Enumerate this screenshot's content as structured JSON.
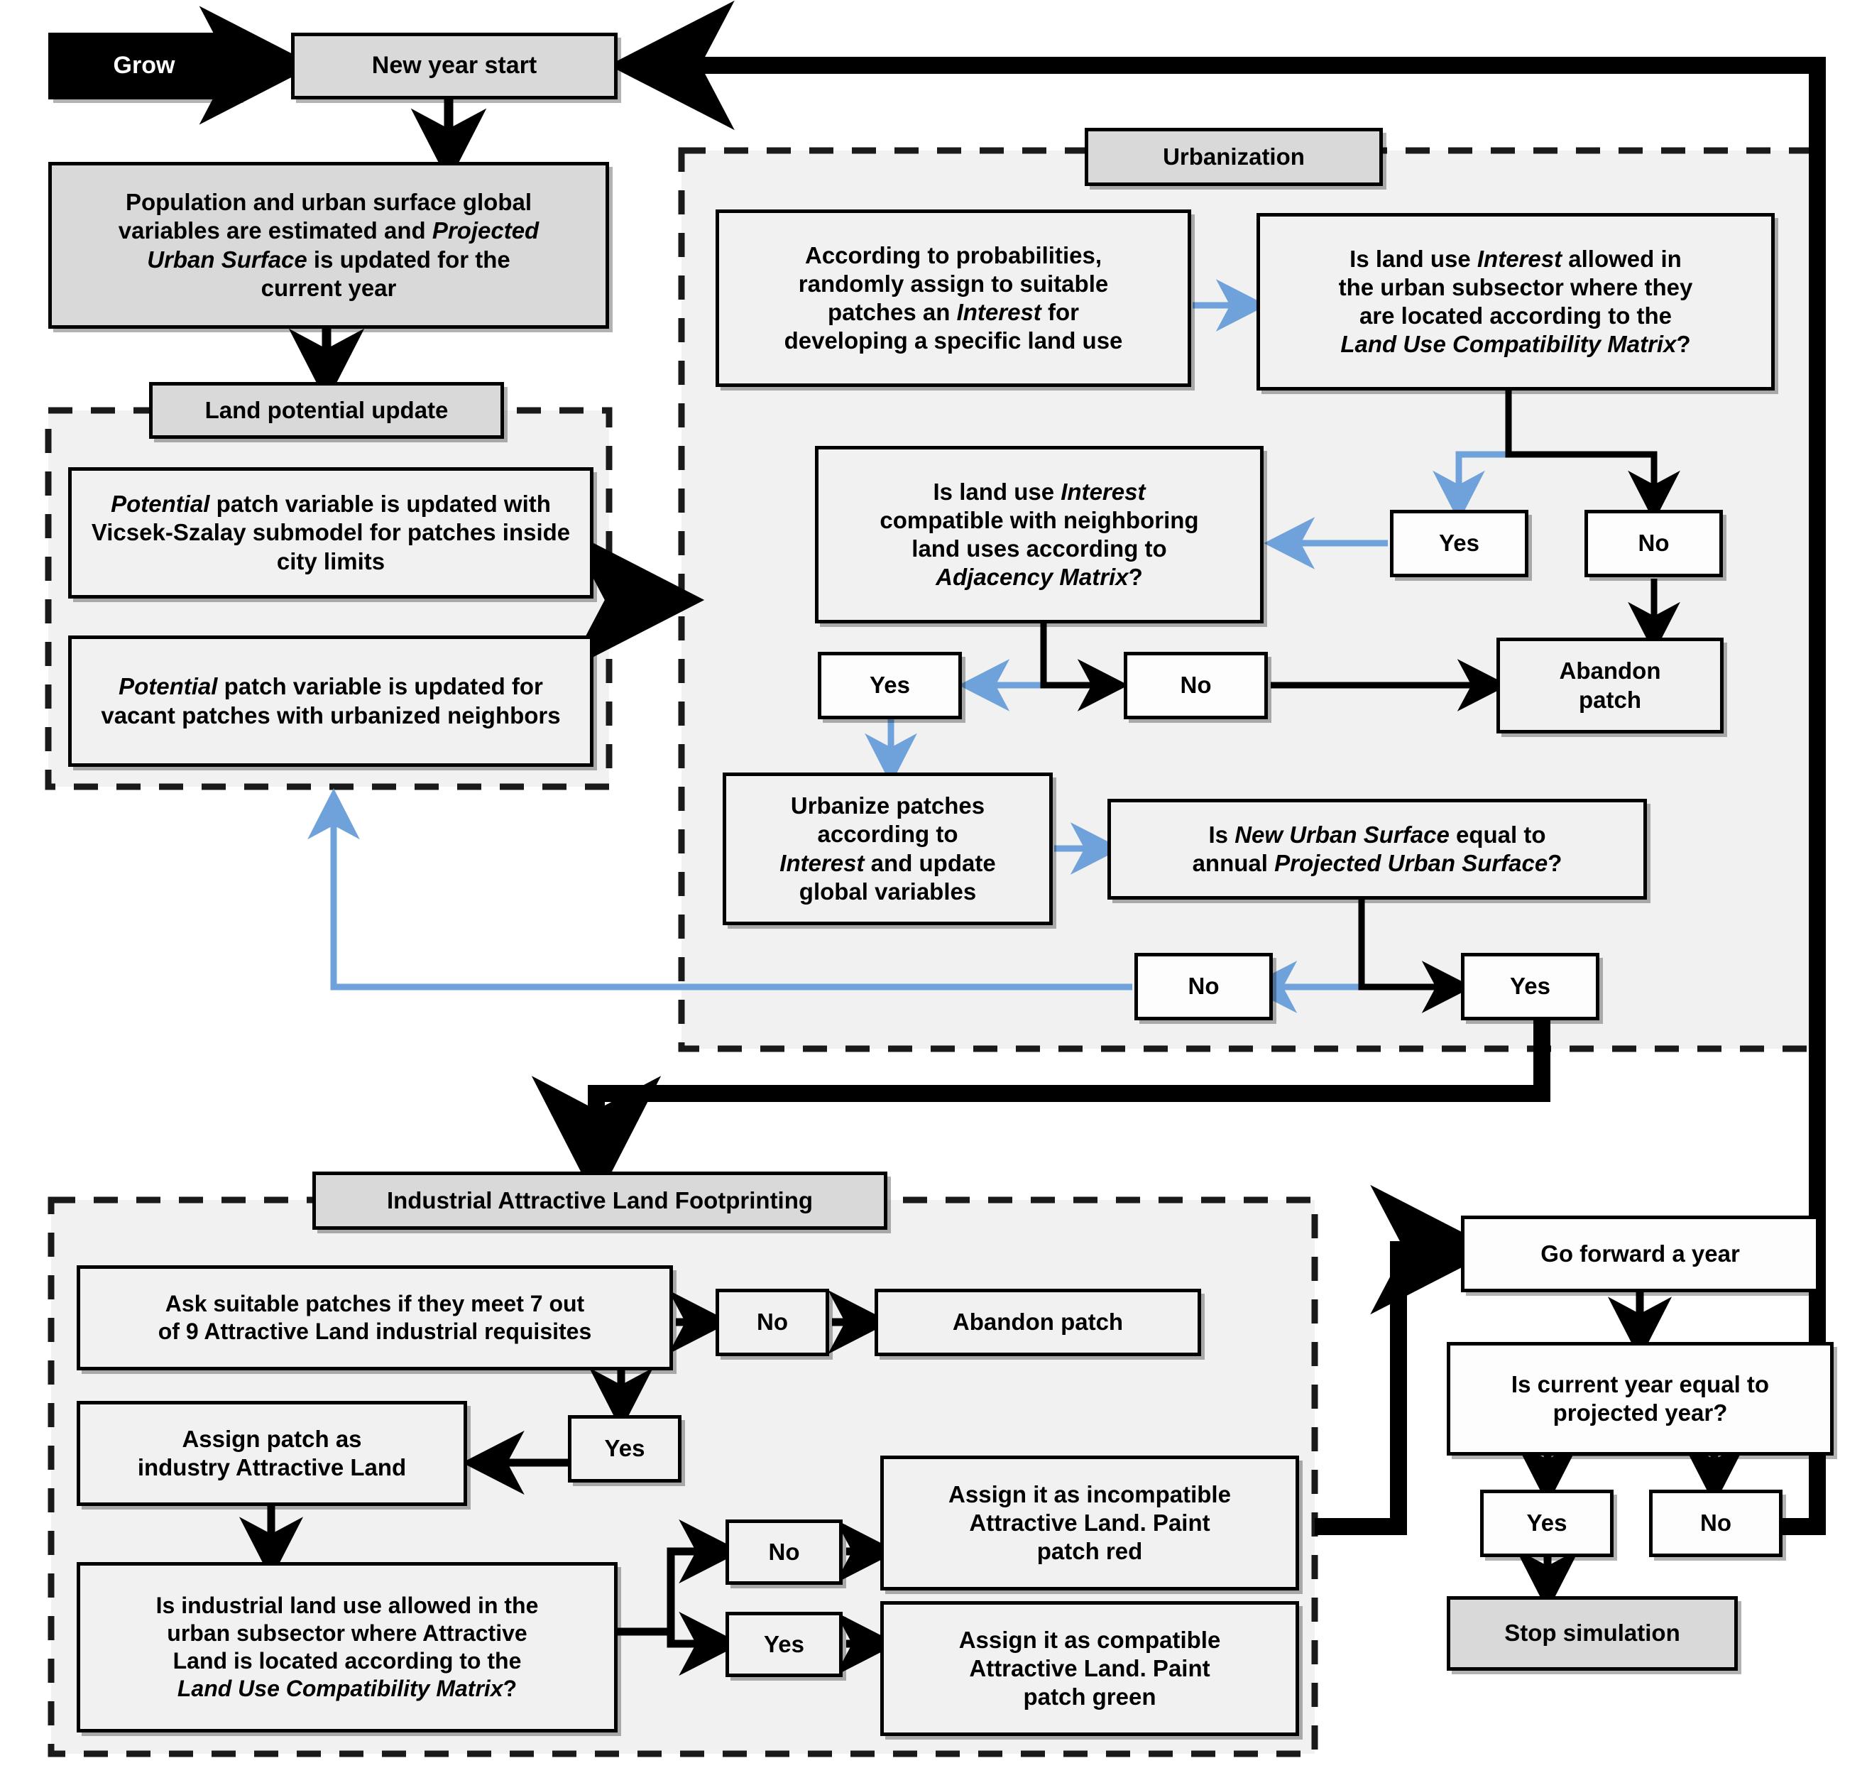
{
  "title": "Urban growth simulation model flowchart",
  "colors": {
    "black": "#000000",
    "blue_arrow": "#6fa2da",
    "box_light": "#f1f1f1",
    "box_gray": "#d9d9d9",
    "box_white": "#fdfdfd",
    "page_bg": "#ffffff"
  },
  "start": {
    "grow_label": "Grow",
    "new_year_start": "New year start"
  },
  "main_flow": {
    "population_box": {
      "line1": "Population and urban surface global",
      "line2_a": "variables are estimated and ",
      "line2_b": "Projected",
      "line3_a": "Urban Surface",
      "line3_b": " is updated for the",
      "line4": "current year"
    }
  },
  "land_potential_group": {
    "title": "Land potential update",
    "items": [
      {
        "em": "Potential",
        "rest": " patch variable is updated with Vicsek-Szalay submodel for patches inside city limits"
      },
      {
        "em": "Potential",
        "rest": " patch variable is updated for vacant patches with urbanized neighbors"
      }
    ]
  },
  "urbanization_group": {
    "title": "Urbanization",
    "assign_interest": {
      "line1": "According to probabilities,",
      "line2": "randomly assign to suitable",
      "line3_a": "patches an ",
      "line3_b": "Interest",
      "line3_c": " for",
      "line4": "developing a specific land use"
    },
    "compat_matrix": {
      "line1_a": "Is land use ",
      "line1_b": "Interest",
      "line1_c": " allowed in",
      "line2": "the urban subsector where they",
      "line3": "are located according to the",
      "line4_em": "Land Use Compatibility Matrix",
      "line4_tail": "?"
    },
    "compat_yes": "Yes",
    "compat_no": "No",
    "abandon_patch": {
      "line1": "Abandon",
      "line2": "patch"
    },
    "adjacency": {
      "line1_a": "Is land use ",
      "line1_b": "Interest",
      "line2": "compatible with neighboring",
      "line3": "land uses according to",
      "line4_em": "Adjacency Matrix",
      "line4_tail": "?"
    },
    "adjacency_yes": "Yes",
    "adjacency_no": "No",
    "urbanize": {
      "line1": "Urbanize patches",
      "line2": "according to",
      "line3_em": "Interest",
      "line3_tail": " and update",
      "line4": "global variables"
    },
    "surface_check": {
      "line1_a": "Is ",
      "line1_b": "New Urban Surface",
      "line1_c": " equal to",
      "line2_a": "annual ",
      "line2_b": "Projected Urban Surface",
      "line2_c": "?"
    },
    "surface_no": "No",
    "surface_yes": "Yes"
  },
  "industrial_group": {
    "title": "Industrial Attractive Land Footprinting",
    "requisites": {
      "line1": "Ask suitable patches if they meet 7 out",
      "line2": "of 9 Attractive Land industrial requisites"
    },
    "requisites_no": "No",
    "requisites_yes": "Yes",
    "abandon_patch": "Abandon patch",
    "assign_industry": {
      "line1": "Assign patch as",
      "line2": "industry Attractive Land"
    },
    "industrial_allowed": {
      "line1": "Is industrial land use allowed in the",
      "line2": "urban subsector where Attractive",
      "line3": "Land is located according to the",
      "line4_em": "Land Use Compatibility Matrix",
      "line4_tail": "?"
    },
    "allowed_no": "No",
    "allowed_yes": "Yes",
    "incompatible": {
      "line1": "Assign it as incompatible",
      "line2": "Attractive Land. Paint",
      "line3": "patch red"
    },
    "compatible": {
      "line1": "Assign it as compatible",
      "line2": "Attractive Land. Paint",
      "line3": "patch green"
    }
  },
  "year_loop": {
    "go_forward": "Go forward a year",
    "year_check": {
      "line1": "Is current year equal to",
      "line2": "projected year?"
    },
    "year_yes": "Yes",
    "year_no": "No",
    "stop_simulation": "Stop simulation"
  }
}
